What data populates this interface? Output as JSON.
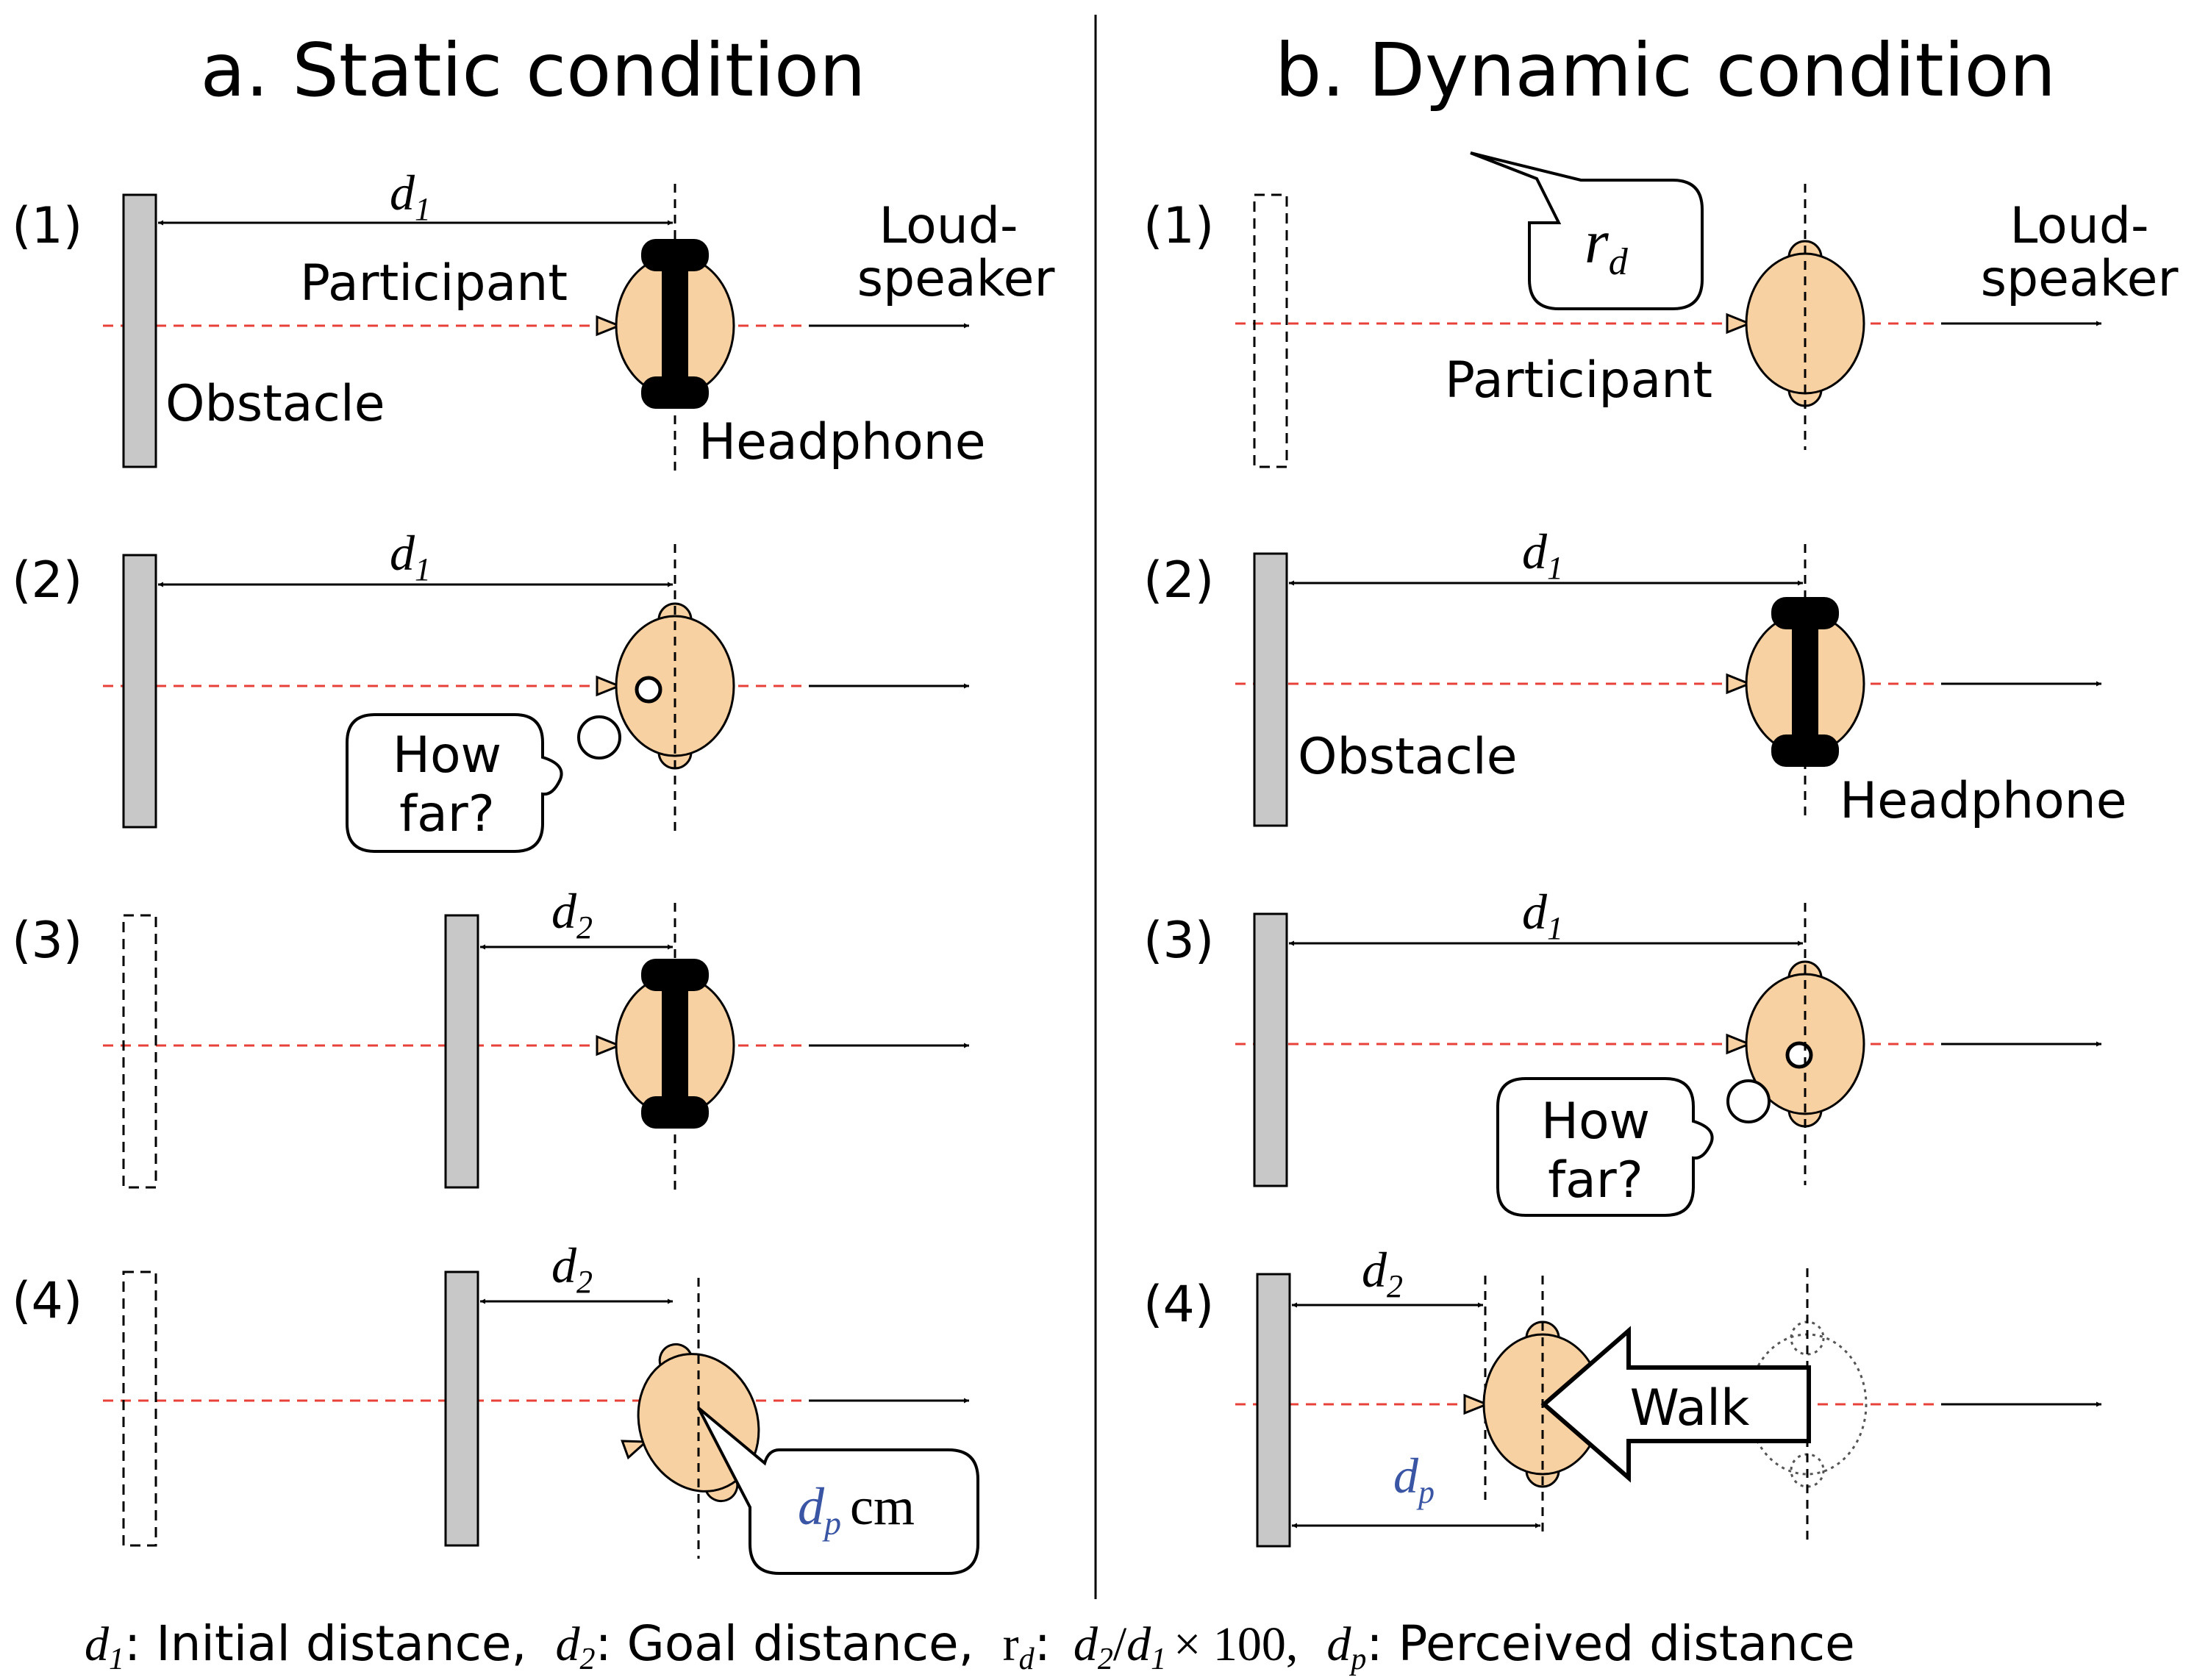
{
  "panels": {
    "static": {
      "title": "a. Static condition",
      "steps": [
        "(1)",
        "(2)",
        "(3)",
        "(4)"
      ],
      "labels": {
        "participant": "Participant",
        "obstacle": "Obstacle",
        "headphone": "Headphone",
        "loudspeaker_line1": "Loud-",
        "loudspeaker_line2": "speaker",
        "how_far_line1": "How",
        "how_far_line2": "far?",
        "dp_symbol": "d",
        "dp_sub": "p",
        "dp_unit": "cm"
      },
      "distances": {
        "d1_symbol": "d",
        "d1_sub": "1",
        "d2_symbol": "d",
        "d2_sub": "2"
      }
    },
    "dynamic": {
      "title": "b. Dynamic condition",
      "steps": [
        "(1)",
        "(2)",
        "(3)",
        "(4)"
      ],
      "labels": {
        "participant": "Participant",
        "obstacle": "Obstacle",
        "headphone": "Headphone",
        "loudspeaker_line1": "Loud-",
        "loudspeaker_line2": "speaker",
        "how_far_line1": "How",
        "how_far_line2": "far?",
        "walk": "Walk",
        "rd_symbol": "r",
        "rd_sub": "d",
        "dp_symbol": "d",
        "dp_sub": "p"
      },
      "distances": {
        "d1_symbol": "d",
        "d1_sub": "1",
        "d2_symbol": "d",
        "d2_sub": "2"
      }
    }
  },
  "legend": {
    "d1_sym": "d",
    "d1_sub": "1",
    "d1_text": ": Initial distance,",
    "d2_sym": "d",
    "d2_sub": "2",
    "d2_text": ": Goal distance,",
    "rd_sym": "r",
    "rd_sub": "d",
    "rd_colon": ":",
    "rd_formula_d2": "d",
    "rd_formula_d2_sub": "2",
    "rd_formula_slash": "/",
    "rd_formula_d1": "d",
    "rd_formula_d1_sub": "1",
    "rd_formula_rest": "× 100,",
    "dp_sym": "d",
    "dp_sub": "p",
    "dp_text": ": Perceived distance"
  },
  "colors": {
    "head_fill": "#f8d1a2",
    "obstacle_fill": "#c8c8c8",
    "axis_dash": "#e8413a",
    "dp_blue": "#3a55a4",
    "headphone": "#000000"
  }
}
